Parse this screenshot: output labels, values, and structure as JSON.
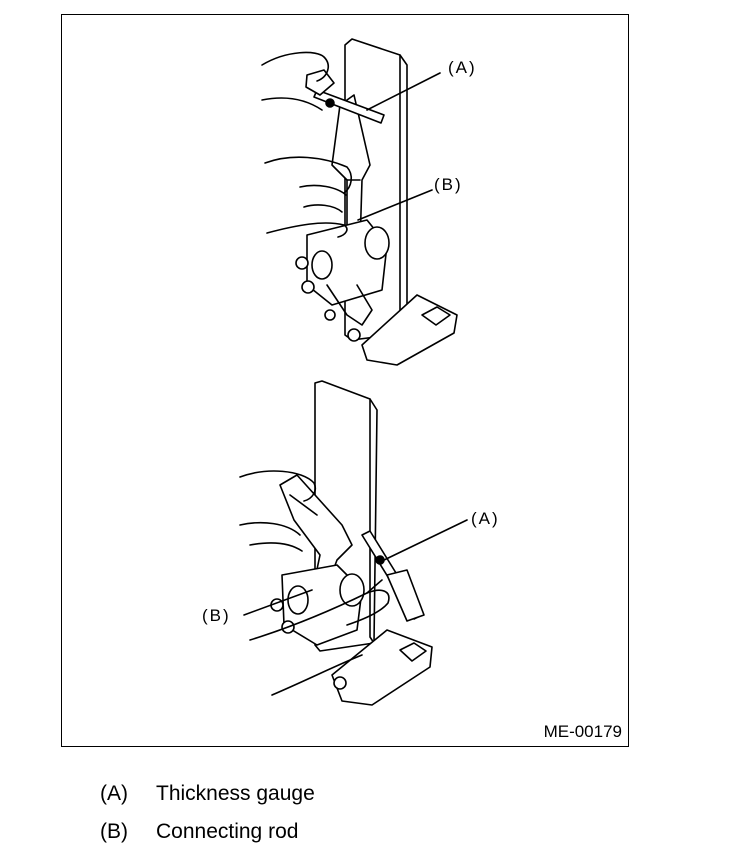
{
  "figure": {
    "code": "ME-00179",
    "callouts": {
      "top_a": "(A)",
      "top_b": "(B)",
      "bottom_a": "(A)",
      "bottom_b": "(B)"
    }
  },
  "legend": [
    {
      "key": "(A)",
      "text": "Thickness gauge"
    },
    {
      "key": "(B)",
      "text": "Connecting rod"
    }
  ]
}
